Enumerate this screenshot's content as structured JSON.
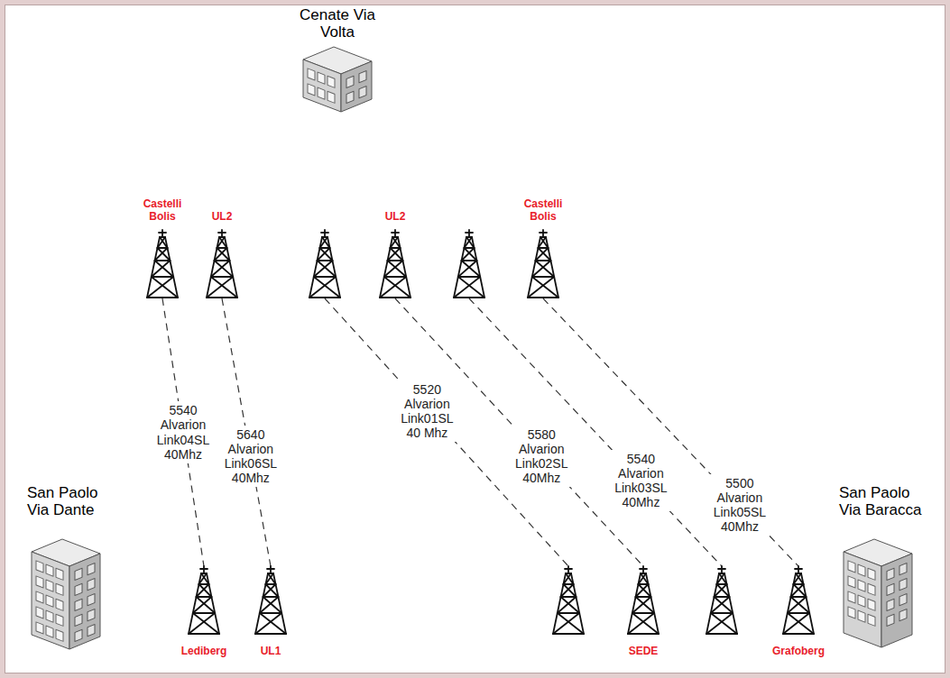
{
  "diagram": {
    "nodes": [
      {
        "text": [
          "Cenate Via Volta"
        ]
      },
      {
        "text": [
          "Castelli Bolis"
        ]
      },
      {
        "text": [
          "UL2"
        ]
      },
      {
        "text": []
      },
      {
        "text": [
          "UL2"
        ]
      },
      {
        "text": []
      },
      {
        "text": [
          "Castelli Bolis"
        ]
      },
      {
        "text": [
          "San Paolo Via Dante"
        ]
      },
      {
        "text": [
          "San Paolo Via Baracca"
        ]
      },
      {
        "text": [
          "Lediberg"
        ]
      },
      {
        "text": [
          "UL1"
        ]
      },
      {
        "text": []
      },
      {
        "text": [
          "SEDE"
        ]
      },
      {
        "text": []
      },
      {
        "text": [
          "Grafoberg"
        ]
      }
    ],
    "edges": [
      {
        "from": 1,
        "to": 9,
        "arrow": "none",
        "label": "5540 Alvarion Link04SL 40Mhz"
      },
      {
        "from": 2,
        "to": 10,
        "arrow": "none",
        "label": "5640 Alvarion Link06SL 40Mhz"
      },
      {
        "from": 3,
        "to": 11,
        "arrow": "none",
        "label": "5520 Alvarion Link01SL 40 Mhz"
      },
      {
        "from": 4,
        "to": 12,
        "arrow": "none",
        "label": "5580 Alvarion Link02SL 40Mhz"
      },
      {
        "from": 5,
        "to": 13,
        "arrow": "none",
        "label": "5540 Alvarion Link03SL 40Mhz"
      },
      {
        "from": 6,
        "to": 14,
        "arrow": "none",
        "label": "5500 Alvarion Link05SL 40Mhz"
      }
    ]
  }
}
